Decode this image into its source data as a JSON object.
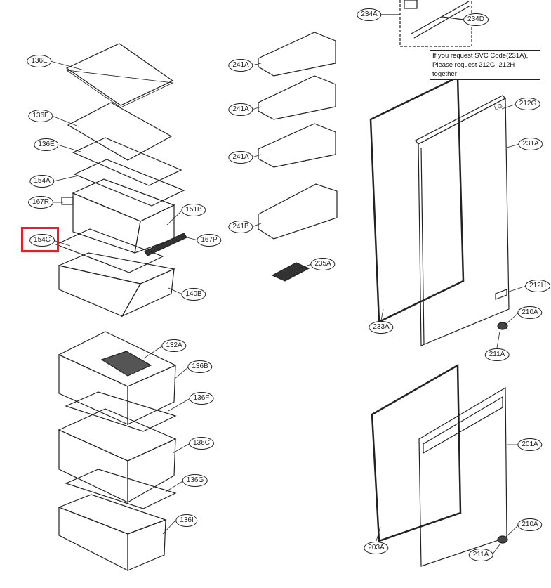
{
  "callouts": {
    "c136E_1": "136E",
    "c136E_2": "136E",
    "c136E_3": "136E",
    "c154A": "154A",
    "c167R": "167R",
    "c151B": "151B",
    "c154C": "154C",
    "c167P": "167P",
    "c140B": "140B",
    "c132A": "132A",
    "c136B": "136B",
    "c136F": "136F",
    "c136C": "136C",
    "c136G": "136G",
    "c136I": "136I",
    "c241A_1": "241A",
    "c241A_2": "241A",
    "c241A_3": "241A",
    "c241B": "241B",
    "c235A": "235A",
    "c234A": "234A",
    "c234D": "234D",
    "c212G": "212G",
    "c231A": "231A",
    "c212H": "212H",
    "c210A_1": "210A",
    "c211A_1": "211A",
    "c233A": "233A",
    "c201A": "201A",
    "c203A": "203A",
    "c210A_2": "210A",
    "c211A_2": "211A"
  },
  "note": {
    "line1": "If you request SVC Code(231A),",
    "line2": "Please request 212G, 212H together"
  },
  "highlight": {
    "part": "154C",
    "color": "#e0202a"
  },
  "logo_text": "LG"
}
